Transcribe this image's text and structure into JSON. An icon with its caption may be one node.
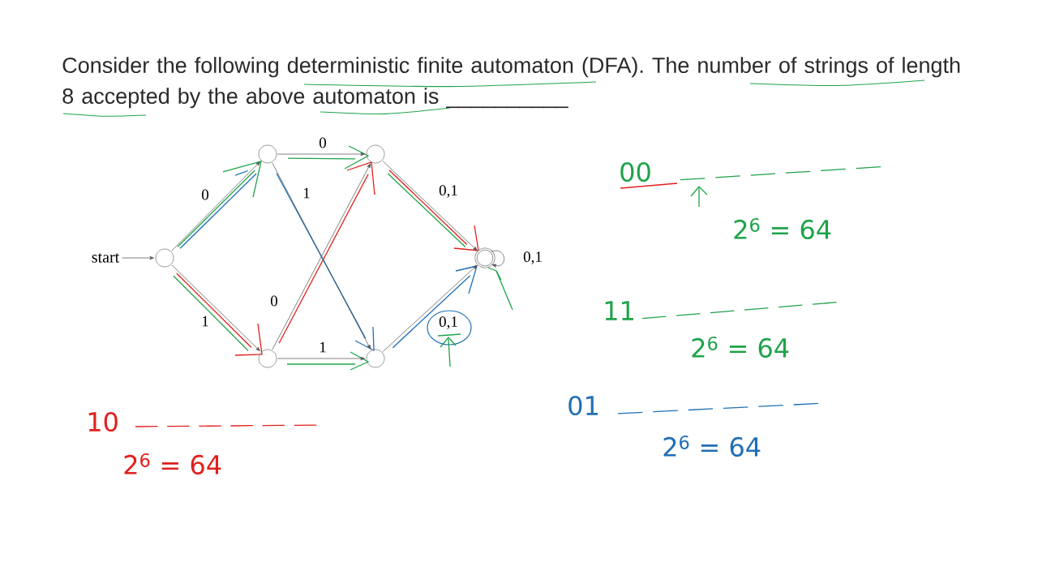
{
  "diagram": {
    "title": "Consider the following deterministic finite automaton (DFA). The number of strings of length 8 accepted by the above automaton is __________",
    "nodes": [
      {
        "text": [
          "start"
        ]
      },
      {
        "text": [],
        "shape": "circle"
      },
      {
        "text": [],
        "shape": "circle"
      },
      {
        "text": [],
        "shape": "circle"
      },
      {
        "text": [],
        "shape": "circle"
      },
      {
        "text": [],
        "shape": "circle"
      },
      {
        "text": [],
        "shape": "circle"
      }
    ],
    "edges": [
      {
        "from": 0,
        "to": 1,
        "arrow": "to"
      },
      {
        "from": 1,
        "to": 2,
        "arrow": "to",
        "label": "0"
      },
      {
        "from": 1,
        "to": 4,
        "arrow": "to",
        "label": "1"
      },
      {
        "from": 2,
        "to": 3,
        "arrow": "to",
        "label": "0"
      },
      {
        "from": 2,
        "to": 5,
        "arrow": "to",
        "label": "1"
      },
      {
        "from": 4,
        "to": 3,
        "arrow": "to",
        "label": "0"
      },
      {
        "from": 4,
        "to": 5,
        "arrow": "to",
        "label": "1"
      },
      {
        "from": 3,
        "to": 6,
        "arrow": "to",
        "label": "0,1"
      },
      {
        "from": 5,
        "to": 6,
        "arrow": "to",
        "label": "0,1"
      },
      {
        "from": 6,
        "to": 6,
        "arrow": "to",
        "label": "0,1"
      }
    ],
    "labels": [
      "00",
      "2$^{6}$ = 64",
      "11",
      "2$^{6}$ = 64",
      "01",
      "10",
      "2$^{6}$ = 64",
      "2$^{6}$ = 64"
    ]
  }
}
